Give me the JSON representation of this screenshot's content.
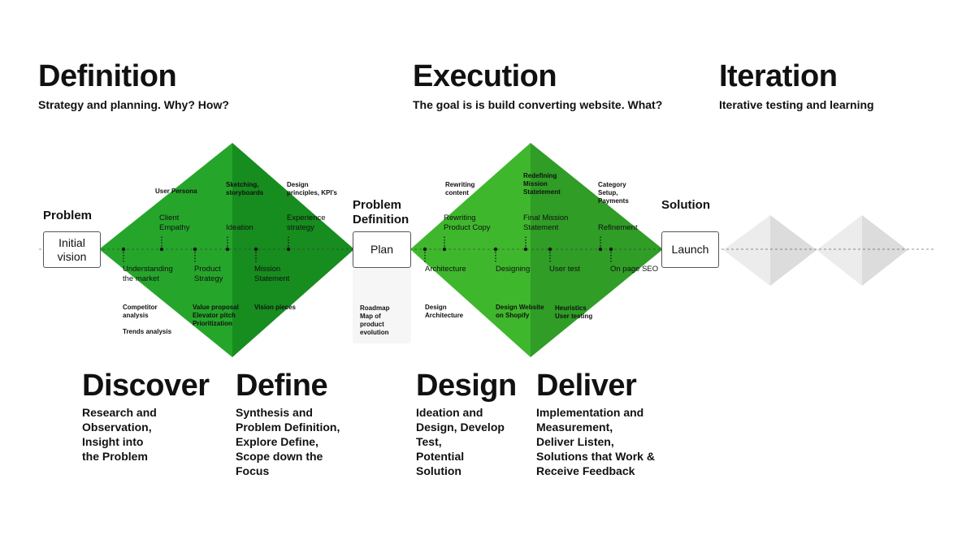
{
  "phases": [
    {
      "title": "Definition",
      "subtitle": "Strategy and planning. Why? How?"
    },
    {
      "title": "Execution",
      "subtitle": "The goal is is build converting website. What?"
    },
    {
      "title": "Iteration",
      "subtitle": "Iterative testing and learning"
    }
  ],
  "stages": [
    {
      "title": "Discover",
      "desc": "Research and\nObservation,\nInsight into\nthe Problem"
    },
    {
      "title": "Define",
      "desc": "Synthesis and\nProblem Definition,\nExplore Define,\nScope down the\nFocus"
    },
    {
      "title": "Design",
      "desc": "Ideation and\nDesign, Develop\nTest,\nPotential\nSolution"
    },
    {
      "title": "Deliver",
      "desc": "Implementation and\nMeasurement,\nDeliver Listen,\nSolutions that Work &\nReceive Feedback"
    }
  ],
  "milestones": [
    {
      "label": "Problem",
      "box": "Initial\nvision"
    },
    {
      "label": "Problem\nDefinition",
      "box": "Plan",
      "note": "Roadmap\nMap of\nproduct\nevolution"
    },
    {
      "label": "Solution",
      "box": "Launch"
    }
  ],
  "left_diamond": {
    "above": [
      "Client\nEmpathy",
      "Ideation",
      "Experience\nstrategy"
    ],
    "above_small": [
      "User Persona",
      "Sketching,\nstoryboards",
      "Design\nprinciples, KPI’s"
    ],
    "below": [
      "Understanding\nthe market",
      "Product\nStrategy",
      "Mission\nStatement"
    ],
    "below_small": [
      "Competitor\nanalysis",
      "Trends analysis",
      "Value proposal\nElevator pitch\nPrioritization",
      "Vision pieces"
    ]
  },
  "right_diamond": {
    "above": [
      "Rewriting\nProduct Copy",
      "Final Mission\nStatement",
      "Refinement"
    ],
    "above_small": [
      "Rewriting\ncontent",
      "Redefining\nMission\nStatetement",
      "Category\nSetup,\nPayments"
    ],
    "below": [
      "Architecture",
      "Designing",
      "User test",
      "On page SEO"
    ],
    "below_small": [
      "Design\nArchitecture",
      "Design Website\non Shopify",
      "Heuristics\nUser testing"
    ]
  },
  "colors": {
    "discover": "#26a52b",
    "define": "#178c1f",
    "design": "#3fb72d",
    "deliver": "#2f9d26",
    "iteration": "#e4e4e4"
  }
}
